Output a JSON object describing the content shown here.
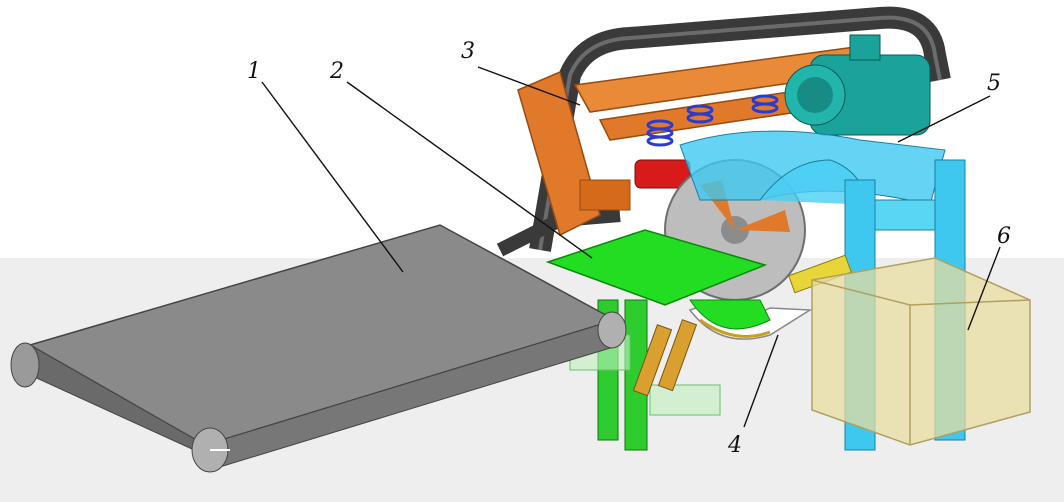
{
  "labels": [
    {
      "id": "1",
      "text": "1"
    },
    {
      "id": "2",
      "text": "2"
    },
    {
      "id": "3",
      "text": "3"
    },
    {
      "id": "4",
      "text": "4"
    },
    {
      "id": "5",
      "text": "5"
    },
    {
      "id": "6",
      "text": "6"
    }
  ],
  "colors": {
    "background_top": "#ffffff",
    "floor": "#efefef",
    "conveyor": "#8a8a8a",
    "belt": "#3a3a3a",
    "frame_orange": "#e07a2a",
    "feed_plate_green": "#22dd22",
    "support_green": "#2ecc2e",
    "hood_blue": "#3ec8f0",
    "motor_teal": "#1aa39a",
    "bin_yellow": "#e8dca0",
    "spring_blue": "#2a3bd0",
    "cylinder_red": "#d81a1a",
    "disc_grey": "#bdbdbd"
  }
}
